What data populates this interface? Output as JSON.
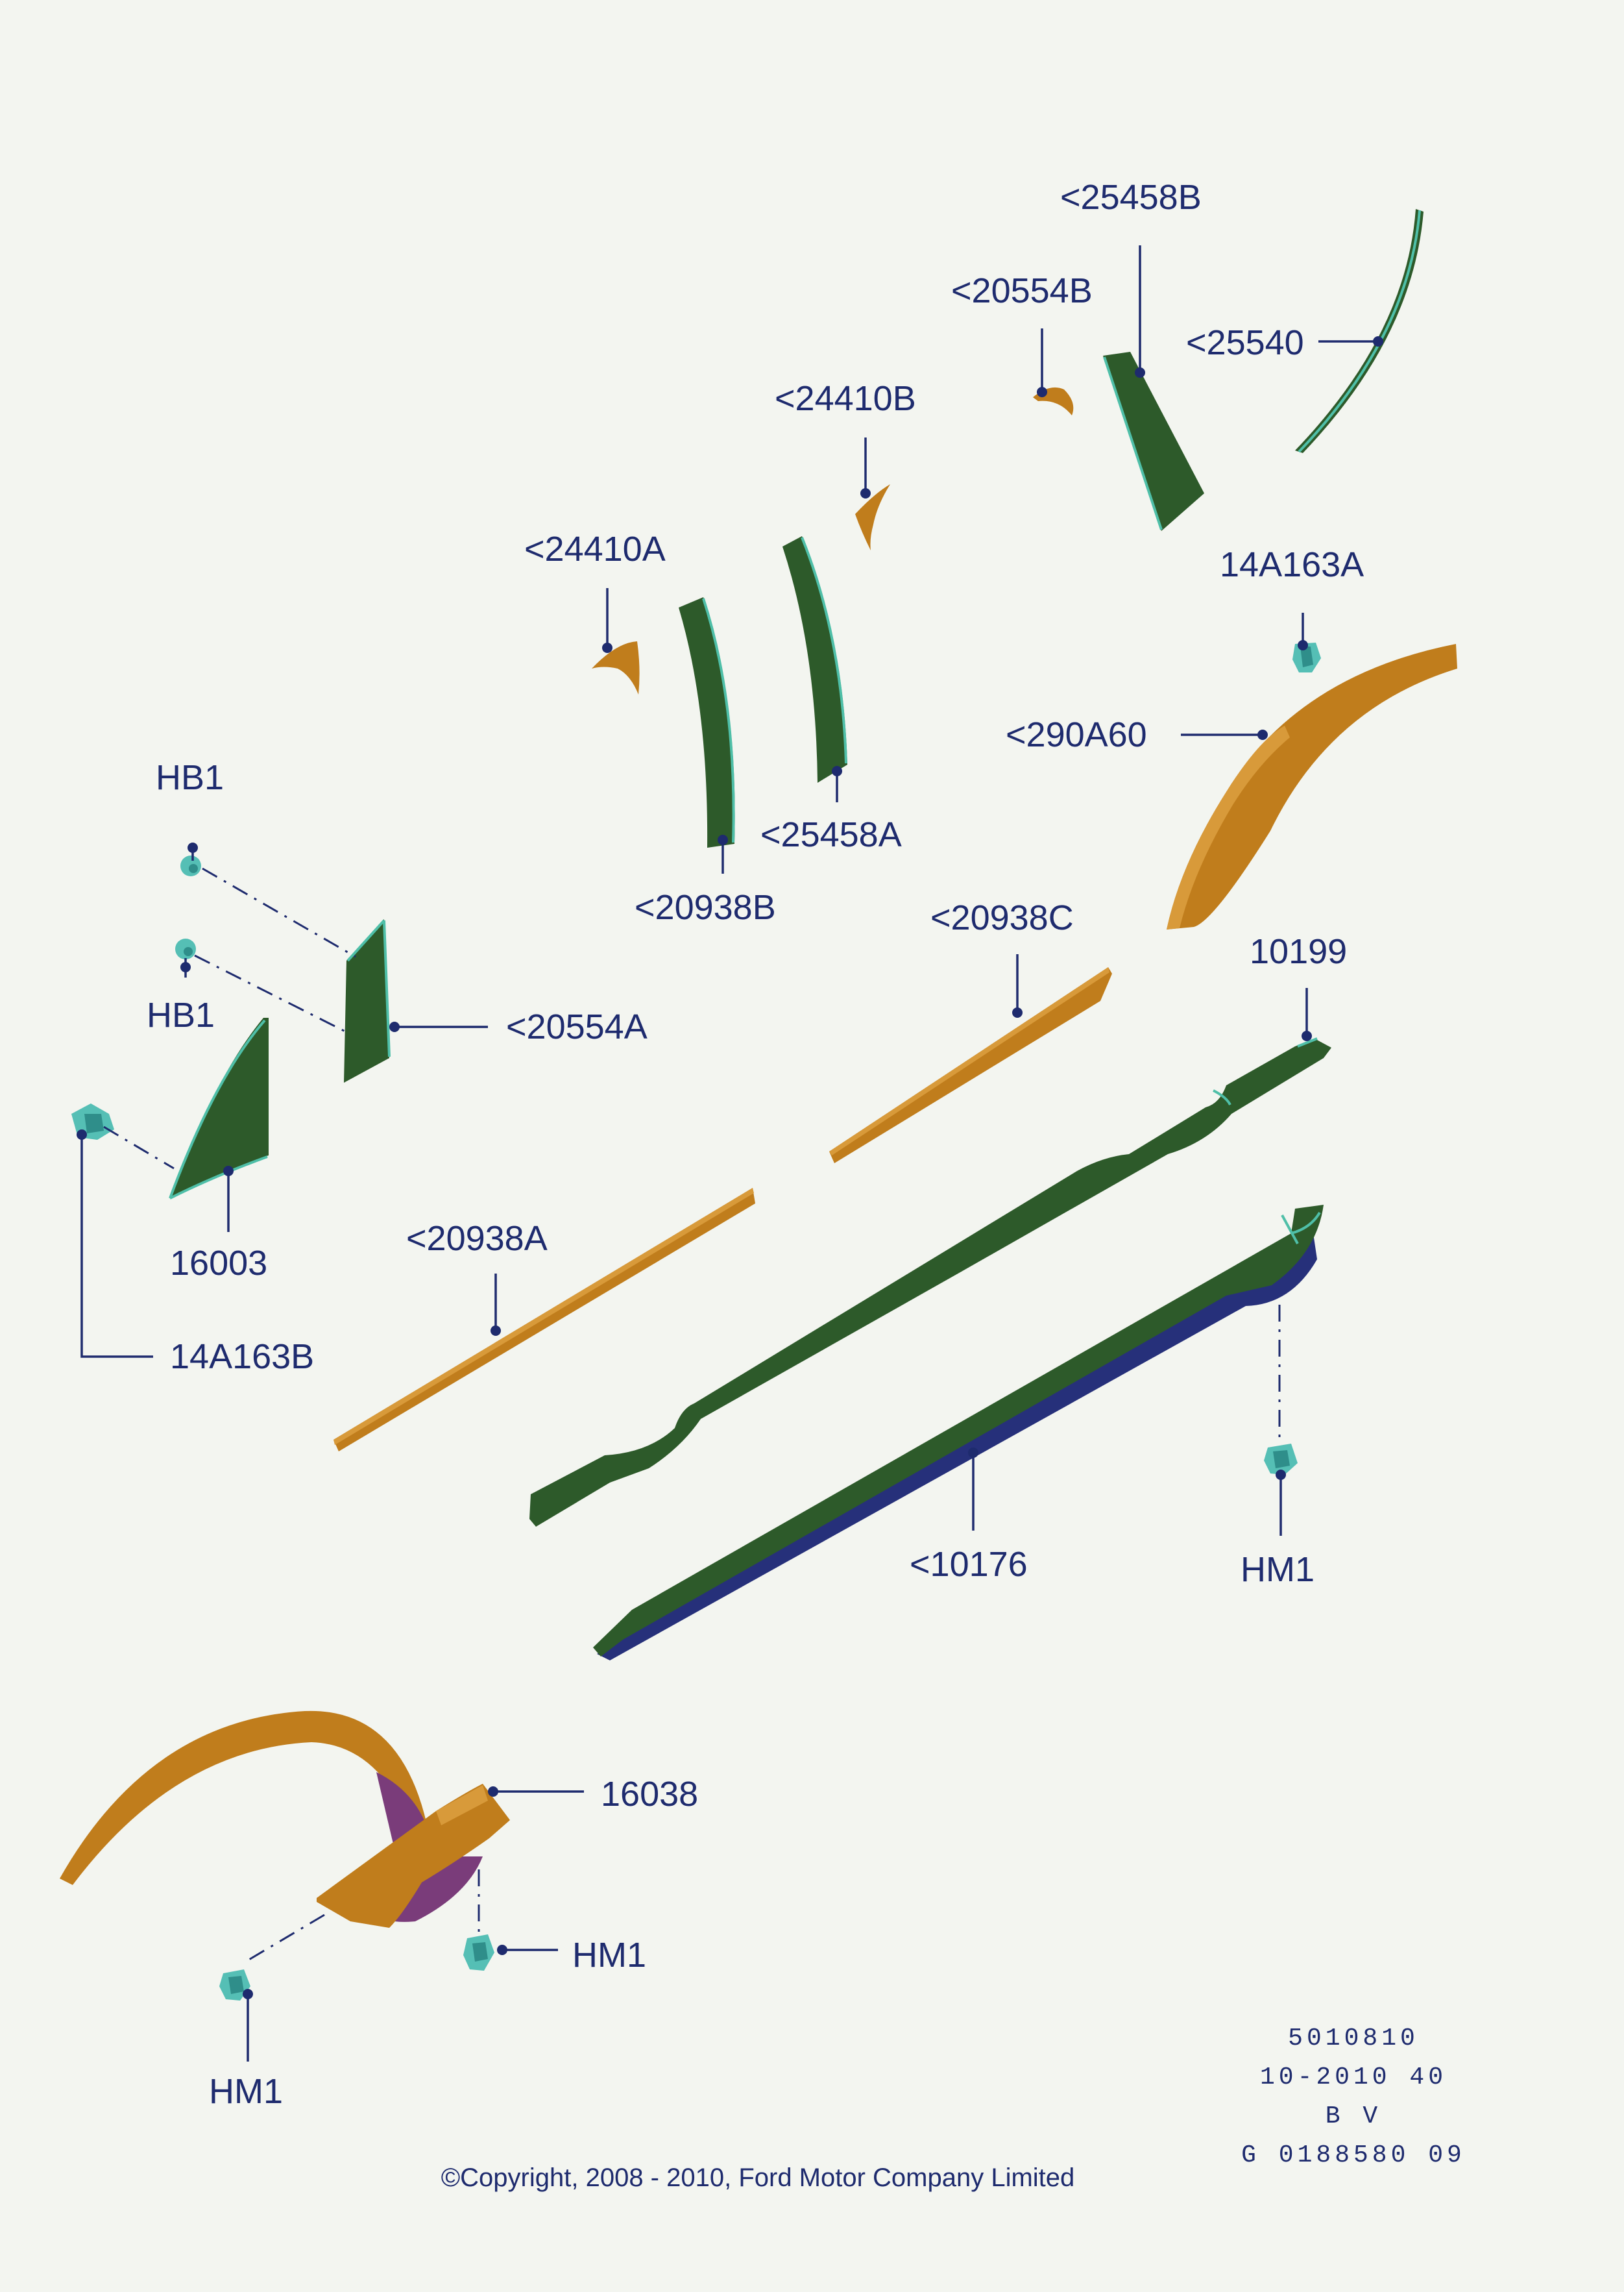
{
  "labels": {
    "p25458B": "<25458B",
    "p20554B": "<20554B",
    "p25540": "<25540",
    "p24410B": "<24410B",
    "p24410A": "<24410A",
    "p14A163A": "14A163A",
    "p290A60": "<290A60",
    "p25458A": "<25458A",
    "p20938B": "<20938B",
    "pHB1a": "HB1",
    "pHB1b": "HB1",
    "p20554A": "<20554A",
    "p20938C": "<20938C",
    "p10199": "10199",
    "p16003": "16003",
    "p14A163B": "14A163B",
    "p20938A": "<20938A",
    "p10176": "<10176",
    "pHM1a": "HM1",
    "p16038": "16038",
    "pHM1b": "HM1",
    "pHM1c": "HM1"
  },
  "stamp": {
    "line1": "5010810",
    "line2": "10-2010 40",
    "line3": "B V",
    "line4": "G 0188580 09"
  },
  "copyright": "©Copyright, 2008 - 2010, Ford Motor Company Limited",
  "colors": {
    "background": "#f3f5f0",
    "part_green": "#2d5a2a",
    "part_orange": "#c07d1c",
    "clip_teal": "#55bfb5",
    "callout_navy": "#1e2b6e"
  }
}
